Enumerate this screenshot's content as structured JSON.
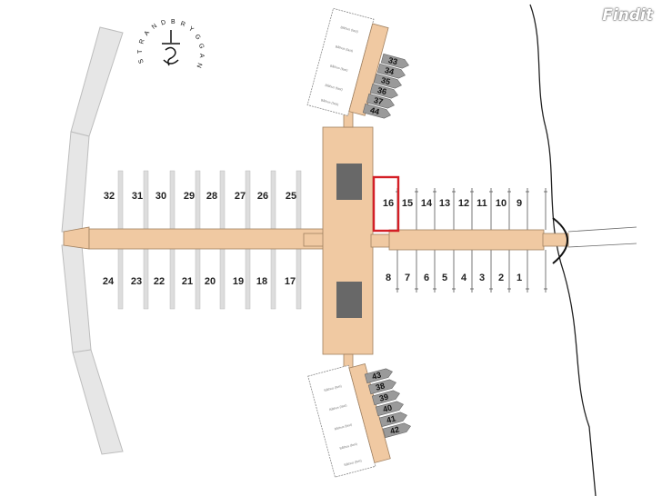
{
  "watermark": "Findit",
  "logo_text": "STRANDBRYGGAN",
  "west_slots_top": [
    "32",
    "31",
    "30",
    "29",
    "28",
    "27",
    "26",
    "25"
  ],
  "west_slots_bottom": [
    "24",
    "23",
    "22",
    "21",
    "20",
    "19",
    "18",
    "17"
  ],
  "east_slots_top": [
    "16",
    "15",
    "14",
    "13",
    "12",
    "11",
    "10",
    "9"
  ],
  "east_slots_bottom": [
    "8",
    "7",
    "6",
    "5",
    "4",
    "3",
    "2",
    "1"
  ],
  "north_slots": [
    "33",
    "34",
    "35",
    "36",
    "37",
    "44"
  ],
  "south_slots": [
    "43",
    "38",
    "39",
    "40",
    "41",
    "42"
  ],
  "highlighted_slot": "16",
  "boathouse_label": "Båthus (fast)",
  "colors": {
    "dock": "#f0c9a2",
    "highlight": "#d41f26",
    "breakwater": "#e6e6e6",
    "shed": "#686868",
    "boat": "#9a9a9a"
  }
}
